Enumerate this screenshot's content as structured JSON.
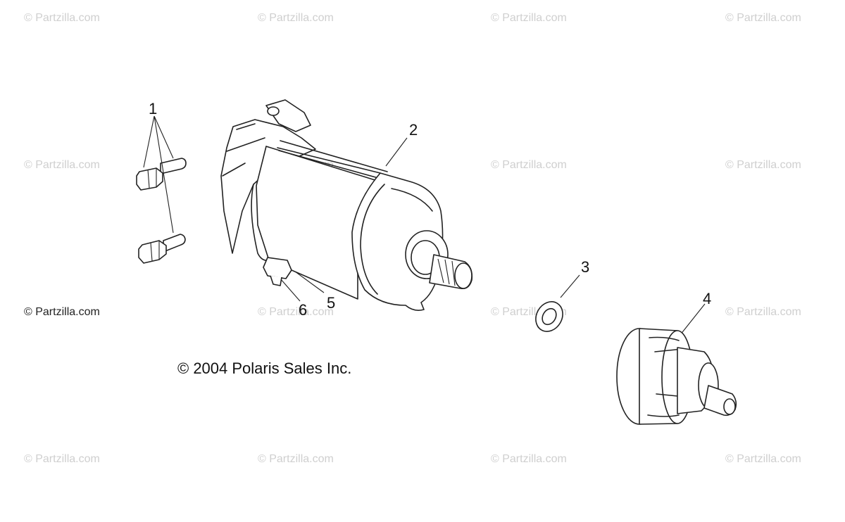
{
  "watermarks": [
    "© Partzilla.com",
    "© Partzilla.com",
    "© Partzilla.com",
    "© Partzilla.com",
    "© Partzilla.com",
    "© Partzilla.com",
    "© Partzilla.com",
    "© Partzilla.com",
    "© Partzilla.com",
    "© Partzilla.com",
    "© Partzilla.com",
    "© Partzilla.com",
    "© Partzilla.com",
    "© Partzilla.com",
    "© Partzilla.com",
    "© Partzilla.com"
  ],
  "copyright": "© 2004 Polaris Sales Inc.",
  "callouts": {
    "c1": "1",
    "c2": "2",
    "c3": "3",
    "c4": "4",
    "c5": "5",
    "c6": "6"
  },
  "colors": {
    "line": "#222222",
    "watermark": "#cfcfcf",
    "background": "#ffffff"
  }
}
